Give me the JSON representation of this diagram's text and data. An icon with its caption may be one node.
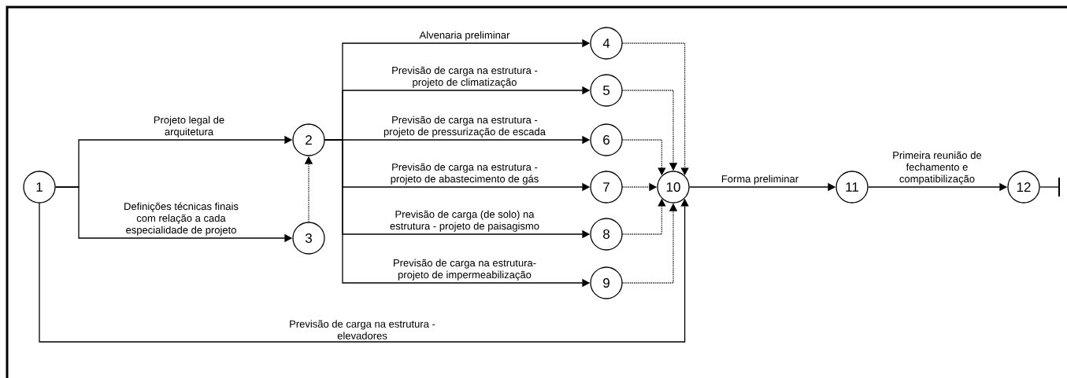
{
  "diagram": {
    "nodes": [
      {
        "text": [
          "1"
        ]
      },
      {
        "text": [
          "2"
        ]
      },
      {
        "text": [
          "3"
        ]
      },
      {
        "text": [
          "4"
        ]
      },
      {
        "text": [
          "5"
        ]
      },
      {
        "text": [
          "6"
        ]
      },
      {
        "text": [
          "7"
        ]
      },
      {
        "text": [
          "8"
        ]
      },
      {
        "text": [
          "9"
        ]
      },
      {
        "text": [
          "10"
        ]
      },
      {
        "text": [
          "11"
        ]
      },
      {
        "text": [
          "12"
        ]
      }
    ],
    "edges": [
      {
        "from": 0,
        "to": 1,
        "arrow": "to",
        "label": "Projeto legal de arquitetura"
      },
      {
        "from": 0,
        "to": 2,
        "arrow": "to",
        "label": "Definições técnicas finais com relação a cada especialidade de projeto"
      },
      {
        "from": 2,
        "to": 1,
        "arrow": "to",
        "style": "dashed"
      },
      {
        "from": 1,
        "to": 3,
        "arrow": "to",
        "label": "Alvenaria preliminar"
      },
      {
        "from": 1,
        "to": 4,
        "arrow": "to",
        "label": "Previsão de carga na estrutura - projeto de climatização"
      },
      {
        "from": 1,
        "to": 5,
        "arrow": "to",
        "label": "Previsão de carga na estrutura - projeto de pressurização de escada"
      },
      {
        "from": 1,
        "to": 6,
        "arrow": "to",
        "label": "Previsão de carga na estrutura - projeto de abastecimento de gás"
      },
      {
        "from": 1,
        "to": 7,
        "arrow": "to",
        "label": "Previsão de carga (de solo) na estrutura - projeto de paisagismo"
      },
      {
        "from": 1,
        "to": 8,
        "arrow": "to",
        "label": "Previsão de carga na estrutura- projeto de impermeabilização"
      },
      {
        "from": 3,
        "to": 9,
        "arrow": "to",
        "style": "dashed"
      },
      {
        "from": 4,
        "to": 9,
        "arrow": "to",
        "style": "dashed"
      },
      {
        "from": 5,
        "to": 9,
        "arrow": "to",
        "style": "dashed"
      },
      {
        "from": 6,
        "to": 9,
        "arrow": "to",
        "style": "dashed"
      },
      {
        "from": 7,
        "to": 9,
        "arrow": "to",
        "style": "dashed"
      },
      {
        "from": 8,
        "to": 9,
        "arrow": "to",
        "style": "dashed"
      },
      {
        "from": 0,
        "to": 9,
        "arrow": "to",
        "label": "Previsão de carga na estrutura - elevadores"
      },
      {
        "from": 9,
        "to": 10,
        "arrow": "to",
        "label": "Forma preliminar"
      },
      {
        "from": 10,
        "to": 11,
        "arrow": "to",
        "label": "Primeira reunião de fechamento e compatibilização"
      },
      {
        "from": 11,
        "to": null,
        "arrow": "none"
      }
    ]
  }
}
